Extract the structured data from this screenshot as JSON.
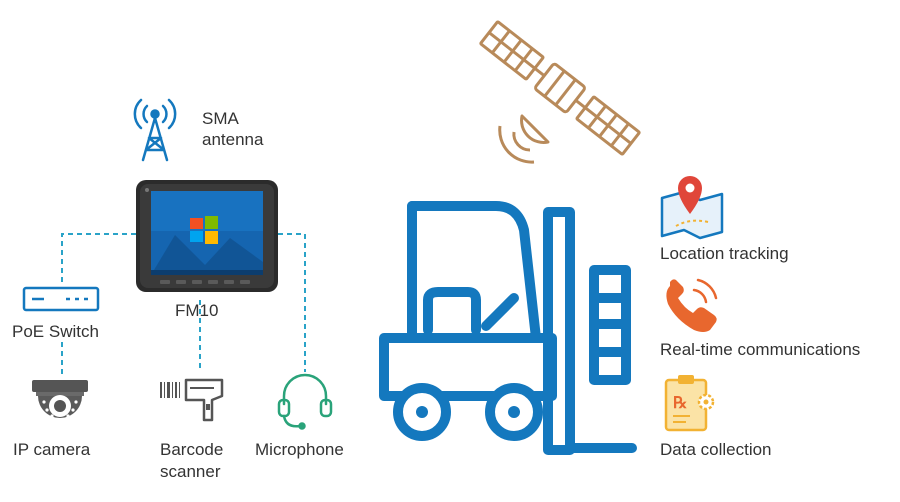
{
  "labels": {
    "sma_antenna": [
      "SMA",
      "antenna"
    ],
    "device": "FM10",
    "poe_switch": "PoE Switch",
    "ip_camera": "IP camera",
    "barcode_scanner": [
      "Barcode",
      "scanner"
    ],
    "microphone": "Microphone",
    "location_tracking": "Location tracking",
    "realtime_comms": "Real-time communications",
    "data_collection": "Data collection"
  },
  "icons": {
    "antenna": "antenna-tower-icon",
    "device": "rugged-tablet-icon",
    "switch": "poe-switch-icon",
    "camera": "dome-camera-icon",
    "scanner": "barcode-scanner-icon",
    "headset": "headset-microphone-icon",
    "satellite": "satellite-icon",
    "forklift": "forklift-icon",
    "map_pin": "map-pin-icon",
    "phone": "phone-ringing-icon",
    "clipboard": "clipboard-rx-icon"
  },
  "colors": {
    "primary_blue": "#1478be",
    "connector_teal": "#2aa3c8",
    "satellite_brown": "#b88a5a",
    "pin_red": "#e0463a",
    "phone_orange": "#e8672e",
    "clipboard_yellow": "#f2b233",
    "accessory_gray": "#555555",
    "text": "#333333"
  }
}
